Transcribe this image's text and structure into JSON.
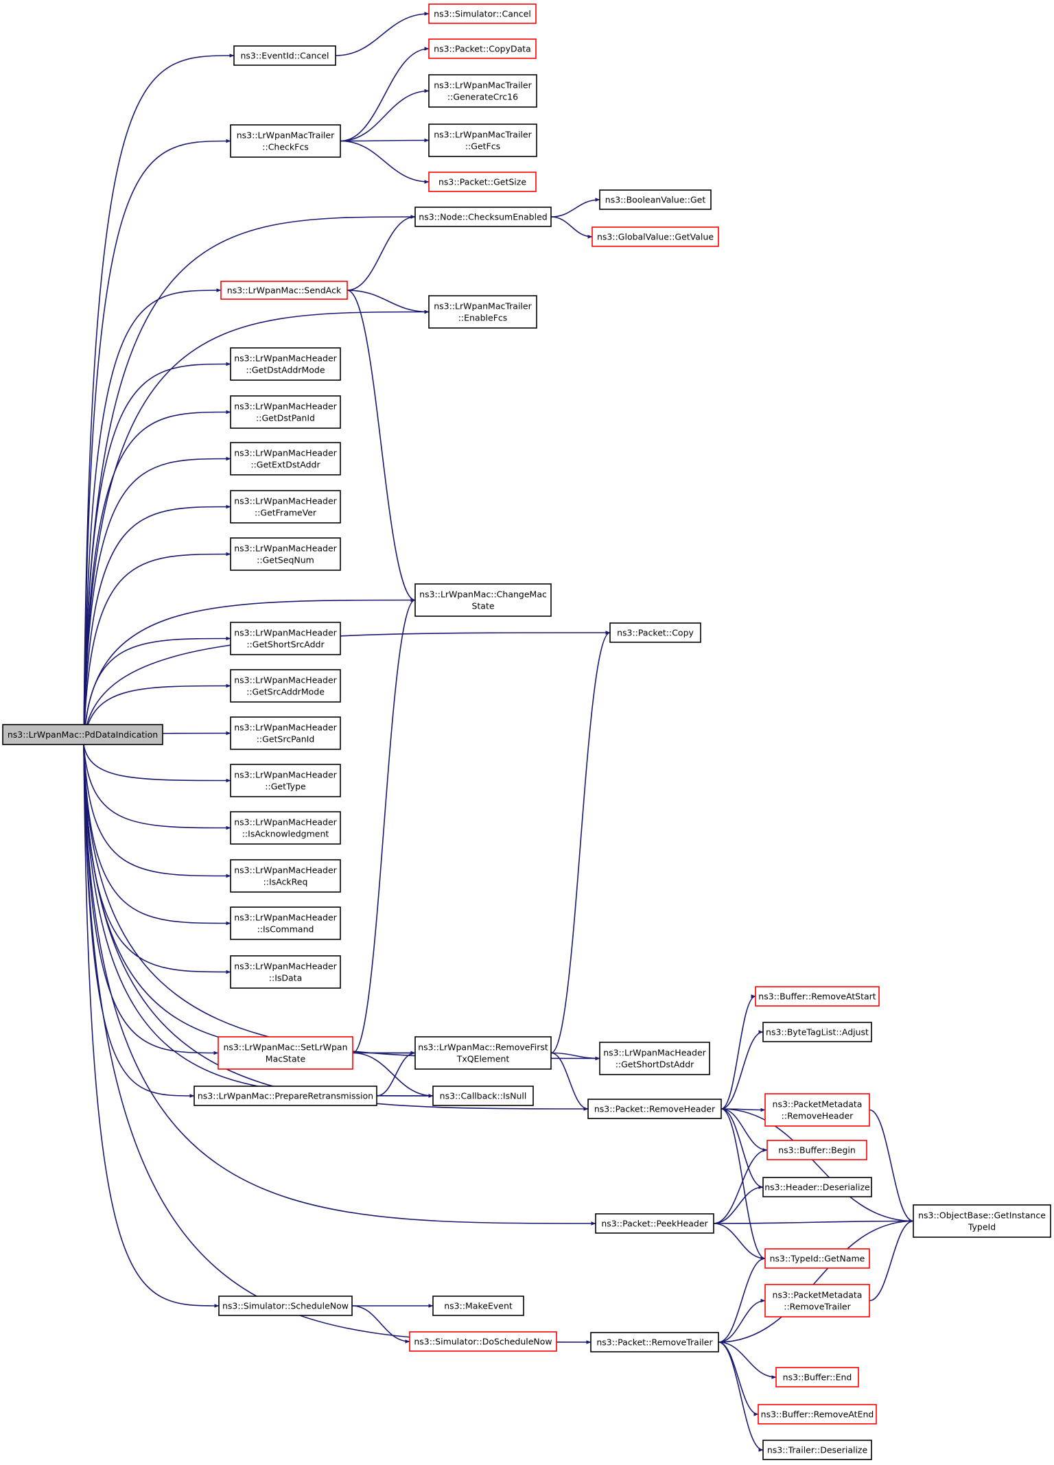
{
  "colors": {
    "edge": "#191970",
    "node_border": "#000000",
    "node_border_truncated": "#ff0000",
    "node_fill": "#ffffff",
    "root_fill": "#bfbfbf",
    "text": "#000000"
  },
  "nodes": [
    {
      "id": "root",
      "lines": [
        "ns3::LrWpanMac::PdDataIndication"
      ],
      "truncated": false,
      "root": true
    },
    {
      "id": "eventid_cancel",
      "lines": [
        "ns3::EventId::Cancel"
      ],
      "truncated": false
    },
    {
      "id": "checkfcs",
      "lines": [
        "ns3::LrWpanMacTrailer",
        "::CheckFcs"
      ],
      "truncated": false
    },
    {
      "id": "sendack",
      "lines": [
        "ns3::LrWpanMac::SendAck"
      ],
      "truncated": true
    },
    {
      "id": "getdstaddrmode",
      "lines": [
        "ns3::LrWpanMacHeader",
        "::GetDstAddrMode"
      ],
      "truncated": false
    },
    {
      "id": "getdstpanid",
      "lines": [
        "ns3::LrWpanMacHeader",
        "::GetDstPanId"
      ],
      "truncated": false
    },
    {
      "id": "getextdstaddr",
      "lines": [
        "ns3::LrWpanMacHeader",
        "::GetExtDstAddr"
      ],
      "truncated": false
    },
    {
      "id": "getframever",
      "lines": [
        "ns3::LrWpanMacHeader",
        "::GetFrameVer"
      ],
      "truncated": false
    },
    {
      "id": "getseqnum",
      "lines": [
        "ns3::LrWpanMacHeader",
        "::GetSeqNum"
      ],
      "truncated": false
    },
    {
      "id": "getshortsrcaddr",
      "lines": [
        "ns3::LrWpanMacHeader",
        "::GetShortSrcAddr"
      ],
      "truncated": false
    },
    {
      "id": "getsrcaddrmode",
      "lines": [
        "ns3::LrWpanMacHeader",
        "::GetSrcAddrMode"
      ],
      "truncated": false
    },
    {
      "id": "getsrcpanid",
      "lines": [
        "ns3::LrWpanMacHeader",
        "::GetSrcPanId"
      ],
      "truncated": false
    },
    {
      "id": "gettype",
      "lines": [
        "ns3::LrWpanMacHeader",
        "::GetType"
      ],
      "truncated": false
    },
    {
      "id": "isacknowledgment",
      "lines": [
        "ns3::LrWpanMacHeader",
        "::IsAcknowledgment"
      ],
      "truncated": false
    },
    {
      "id": "isackreq",
      "lines": [
        "ns3::LrWpanMacHeader",
        "::IsAckReq"
      ],
      "truncated": false
    },
    {
      "id": "iscommand",
      "lines": [
        "ns3::LrWpanMacHeader",
        "::IsCommand"
      ],
      "truncated": false
    },
    {
      "id": "isdata",
      "lines": [
        "ns3::LrWpanMacHeader",
        "::IsData"
      ],
      "truncated": false
    },
    {
      "id": "setlrwpanmacstate",
      "lines": [
        "ns3::LrWpanMac::SetLrWpan",
        "MacState"
      ],
      "truncated": true
    },
    {
      "id": "prepareretransmission",
      "lines": [
        "ns3::LrWpanMac::PrepareRetransmission"
      ],
      "truncated": false
    },
    {
      "id": "scheduleNow",
      "lines": [
        "ns3::Simulator::ScheduleNow"
      ],
      "truncated": false
    },
    {
      "id": "simulator_cancel",
      "lines": [
        "ns3::Simulator::Cancel"
      ],
      "truncated": true
    },
    {
      "id": "copydata",
      "lines": [
        "ns3::Packet::CopyData"
      ],
      "truncated": true
    },
    {
      "id": "generatecrc16",
      "lines": [
        "ns3::LrWpanMacTrailer",
        "::GenerateCrc16"
      ],
      "truncated": false
    },
    {
      "id": "getfcs",
      "lines": [
        "ns3::LrWpanMacTrailer",
        "::GetFcs"
      ],
      "truncated": false
    },
    {
      "id": "getsize",
      "lines": [
        "ns3::Packet::GetSize"
      ],
      "truncated": true
    },
    {
      "id": "checksumenabled",
      "lines": [
        "ns3::Node::ChecksumEnabled"
      ],
      "truncated": false
    },
    {
      "id": "enablefcs",
      "lines": [
        "ns3::LrWpanMacTrailer",
        "::EnableFcs"
      ],
      "truncated": false
    },
    {
      "id": "changemacstate",
      "lines": [
        "ns3::LrWpanMac::ChangeMac",
        "State"
      ],
      "truncated": false
    },
    {
      "id": "removefirsttx",
      "lines": [
        "ns3::LrWpanMac::RemoveFirst",
        "TxQElement"
      ],
      "truncated": false
    },
    {
      "id": "callback_isnull",
      "lines": [
        "ns3::Callback::IsNull"
      ],
      "truncated": false
    },
    {
      "id": "makeevent",
      "lines": [
        "ns3::MakeEvent"
      ],
      "truncated": false
    },
    {
      "id": "doschedulenow",
      "lines": [
        "ns3::Simulator::DoScheduleNow"
      ],
      "truncated": true
    },
    {
      "id": "booleanvalue_get",
      "lines": [
        "ns3::BooleanValue::Get"
      ],
      "truncated": false
    },
    {
      "id": "globalvalue_getvalue",
      "lines": [
        "ns3::GlobalValue::GetValue"
      ],
      "truncated": true
    },
    {
      "id": "packet_copy",
      "lines": [
        "ns3::Packet::Copy"
      ],
      "truncated": false
    },
    {
      "id": "getshortdstaddr",
      "lines": [
        "ns3::LrWpanMacHeader",
        "::GetShortDstAddr"
      ],
      "truncated": false
    },
    {
      "id": "removeheader",
      "lines": [
        "ns3::Packet::RemoveHeader"
      ],
      "truncated": false
    },
    {
      "id": "peekheader",
      "lines": [
        "ns3::Packet::PeekHeader"
      ],
      "truncated": false
    },
    {
      "id": "removetrailer",
      "lines": [
        "ns3::Packet::RemoveTrailer"
      ],
      "truncated": false
    },
    {
      "id": "buffer_removeatstart",
      "lines": [
        "ns3::Buffer::RemoveAtStart"
      ],
      "truncated": true
    },
    {
      "id": "bytetaglist_adjust",
      "lines": [
        "ns3::ByteTagList::Adjust"
      ],
      "truncated": false
    },
    {
      "id": "pm_removeheader",
      "lines": [
        "ns3::PacketMetadata",
        "::RemoveHeader"
      ],
      "truncated": true
    },
    {
      "id": "buffer_begin",
      "lines": [
        "ns3::Buffer::Begin"
      ],
      "truncated": true
    },
    {
      "id": "header_deserialize",
      "lines": [
        "ns3::Header::Deserialize"
      ],
      "truncated": false
    },
    {
      "id": "typeid_getname",
      "lines": [
        "ns3::TypeId::GetName"
      ],
      "truncated": true
    },
    {
      "id": "pm_removetrailer",
      "lines": [
        "ns3::PacketMetadata",
        "::RemoveTrailer"
      ],
      "truncated": true
    },
    {
      "id": "buffer_end",
      "lines": [
        "ns3::Buffer::End"
      ],
      "truncated": true
    },
    {
      "id": "buffer_removeatend",
      "lines": [
        "ns3::Buffer::RemoveAtEnd"
      ],
      "truncated": true
    },
    {
      "id": "trailer_deserialize",
      "lines": [
        "ns3::Trailer::Deserialize"
      ],
      "truncated": false
    },
    {
      "id": "getinstancetypeid",
      "lines": [
        "ns3::ObjectBase::GetInstance",
        "TypeId"
      ],
      "truncated": false
    }
  ],
  "edges": [
    [
      "root",
      "eventid_cancel"
    ],
    [
      "root",
      "checkfcs"
    ],
    [
      "root",
      "checksumenabled"
    ],
    [
      "root",
      "packet_copy"
    ],
    [
      "root",
      "sendack"
    ],
    [
      "root",
      "enablefcs"
    ],
    [
      "root",
      "getdstaddrmode"
    ],
    [
      "root",
      "getdstpanid"
    ],
    [
      "root",
      "getextdstaddr"
    ],
    [
      "root",
      "getframever"
    ],
    [
      "root",
      "getseqnum"
    ],
    [
      "root",
      "changemacstate"
    ],
    [
      "root",
      "getshortsrcaddr"
    ],
    [
      "root",
      "getsrcaddrmode"
    ],
    [
      "root",
      "getsrcpanid"
    ],
    [
      "root",
      "gettype"
    ],
    [
      "root",
      "isacknowledgment"
    ],
    [
      "root",
      "isackreq"
    ],
    [
      "root",
      "iscommand"
    ],
    [
      "root",
      "isdata"
    ],
    [
      "root",
      "removefirsttx"
    ],
    [
      "root",
      "setlrwpanmacstate"
    ],
    [
      "root",
      "prepareretransmission"
    ],
    [
      "root",
      "callback_isnull"
    ],
    [
      "root",
      "getshortdstaddr"
    ],
    [
      "root",
      "removeheader"
    ],
    [
      "root",
      "peekheader"
    ],
    [
      "root",
      "scheduleNow"
    ],
    [
      "root",
      "removetrailer"
    ],
    [
      "eventid_cancel",
      "simulator_cancel"
    ],
    [
      "checkfcs",
      "copydata"
    ],
    [
      "checkfcs",
      "generatecrc16"
    ],
    [
      "checkfcs",
      "getfcs"
    ],
    [
      "checkfcs",
      "getsize"
    ],
    [
      "sendack",
      "checksumenabled"
    ],
    [
      "sendack",
      "enablefcs"
    ],
    [
      "sendack",
      "changemacstate"
    ],
    [
      "checksumenabled",
      "booleanvalue_get"
    ],
    [
      "checksumenabled",
      "globalvalue_getvalue"
    ],
    [
      "setlrwpanmacstate",
      "changemacstate"
    ],
    [
      "setlrwpanmacstate",
      "removefirsttx"
    ],
    [
      "setlrwpanmacstate",
      "callback_isnull"
    ],
    [
      "prepareretransmission",
      "removefirsttx"
    ],
    [
      "prepareretransmission",
      "callback_isnull"
    ],
    [
      "removefirsttx",
      "packet_copy"
    ],
    [
      "removefirsttx",
      "getshortdstaddr"
    ],
    [
      "removefirsttx",
      "removeheader"
    ],
    [
      "scheduleNow",
      "makeevent"
    ],
    [
      "scheduleNow",
      "doschedulenow"
    ],
    [
      "removeheader",
      "buffer_removeatstart"
    ],
    [
      "removeheader",
      "bytetaglist_adjust"
    ],
    [
      "removeheader",
      "getinstancetypeid"
    ],
    [
      "removeheader",
      "pm_removeheader"
    ],
    [
      "removeheader",
      "buffer_begin"
    ],
    [
      "removeheader",
      "header_deserialize"
    ],
    [
      "removeheader",
      "typeid_getname"
    ],
    [
      "pm_removeheader",
      "getinstancetypeid"
    ],
    [
      "peekheader",
      "buffer_begin"
    ],
    [
      "peekheader",
      "header_deserialize"
    ],
    [
      "peekheader",
      "getinstancetypeid"
    ],
    [
      "peekheader",
      "typeid_getname"
    ],
    [
      "removetrailer",
      "typeid_getname"
    ],
    [
      "removetrailer",
      "pm_removetrailer"
    ],
    [
      "removetrailer",
      "getinstancetypeid"
    ],
    [
      "removetrailer",
      "buffer_end"
    ],
    [
      "removetrailer",
      "buffer_removeatend"
    ],
    [
      "removetrailer",
      "trailer_deserialize"
    ],
    [
      "pm_removetrailer",
      "getinstancetypeid"
    ]
  ]
}
